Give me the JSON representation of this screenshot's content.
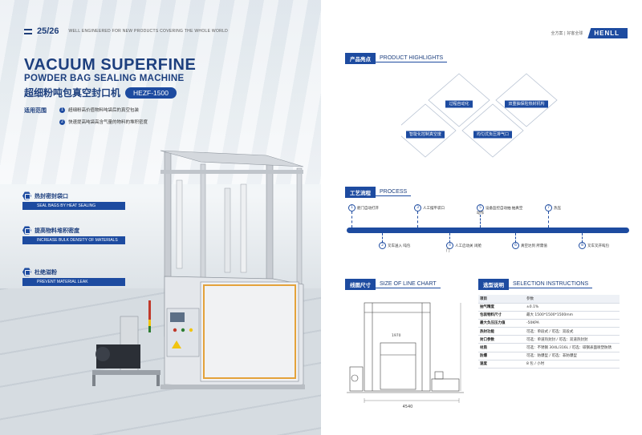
{
  "left": {
    "page_number": "25/26",
    "slogan": "WELL ENGINEERED FOR NEW PRODUCTS COVERING THE WHOLE WORLD",
    "title_line1": "VACUUM SUPERFINE",
    "title_line2": "POWDER BAG SEALING MACHINE",
    "title_cn": "超细粉吨包真空封口机",
    "model": "HEZF-1500",
    "scope_label": "适用范围",
    "scope_items": [
      {
        "n": "1",
        "text": "超细粉高价值物料吨袋后的真空包装"
      },
      {
        "n": "2",
        "text": "快速提高吨袋高含气量的物料的堆积密度"
      }
    ],
    "features": [
      {
        "cn": "热封密封袋口",
        "en": "SEAL BAGS BY HEAT SEALING"
      },
      {
        "cn": "提高物料堆积密度",
        "en": "INCREASE BULK DENSITY OF MATERIALS"
      },
      {
        "cn": "杜绝溢粉",
        "en": "PREVENT MATERIAL LEAK"
      }
    ]
  },
  "right": {
    "brand_small": "全方案 | 好客全球",
    "brand_logo": "HENLL",
    "highlights": {
      "cn": "产品亮点",
      "en": "PRODUCT HIGHLIGHTS",
      "items": [
        "过程自动化",
        "双重抽保险热封机构",
        "智能化控制真空度",
        "均匀式负压排气口"
      ]
    },
    "process": {
      "cn": "工艺流程",
      "en": "PROCESS",
      "top_steps": [
        {
          "n": "1",
          "text": "舱门自动打开"
        },
        {
          "n": "3",
          "text": "人工摆平袋口"
        },
        {
          "n": "5",
          "text": "设备监控自动抽 抽真空动作"
        },
        {
          "n": "7",
          "text": "热压"
        }
      ],
      "bottom_steps": [
        {
          "n": "2",
          "text": "叉车送入 吨包"
        },
        {
          "n": "4",
          "text": "人工启动关 闭舱门"
        },
        {
          "n": "6",
          "text": "真空达到 所需值"
        },
        {
          "n": "8",
          "text": "叉车叉开吨包"
        }
      ]
    },
    "line_chart": {
      "cn": "线图尺寸",
      "en": "SIZE OF LINE CHART",
      "dim_bottom": "4540",
      "dim_side": "1970"
    },
    "selection": {
      "cn": "选型说明",
      "en": "SELECTION INSTRUCTIONS",
      "header": {
        "k": "项目",
        "v": "参数"
      },
      "rows": [
        {
          "k": "抽气精度",
          "v": "±0.1%"
        },
        {
          "k": "包装物料尺寸",
          "v": "最大 1500*1500*1500mm"
        },
        {
          "k": "最大负压压力值",
          "v": "-50KPA"
        },
        {
          "k": "热封功能",
          "v": "可选：单段式 / 可选：双段式"
        },
        {
          "k": "封口参数",
          "v": "可选：单道热封封 / 可选：双道热封封"
        },
        {
          "k": "材质",
          "v": "可选：不锈钢 304L/316L / 可选：碳钢表面喷塑防锈"
        },
        {
          "k": "防爆",
          "v": "可选：防爆型 / 可选：非防爆型"
        },
        {
          "k": "速度",
          "v": "8 包 / 小时"
        }
      ]
    }
  },
  "colors": {
    "primary": "#1d4ba0",
    "title": "#1d3f7e"
  }
}
